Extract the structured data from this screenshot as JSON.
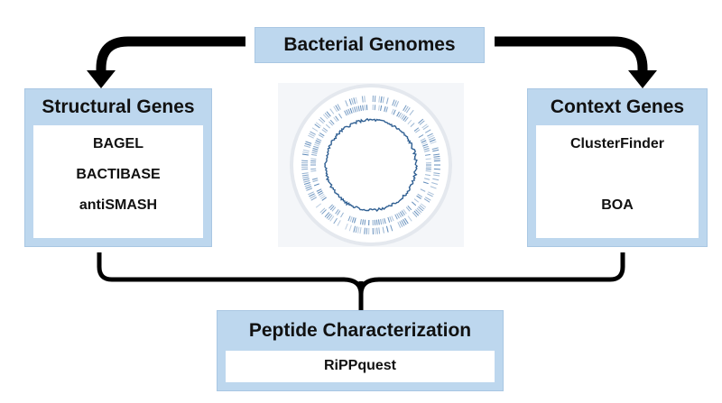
{
  "title": "Bacterial Genomes",
  "structural": {
    "title": "Structural Genes",
    "items": [
      "BAGEL",
      "BACTIBASE",
      "antiSMASH"
    ]
  },
  "context": {
    "title": "Context Genes",
    "items": [
      "ClusterFinder",
      "BOA"
    ]
  },
  "peptide": {
    "title": "Peptide Characterization",
    "items": [
      "RiPPquest"
    ]
  },
  "colors": {
    "box_fill": "#bdd7ee",
    "arrow": "#000000",
    "genome_track": "#4a7bb0"
  },
  "icons": {
    "center": "circular-genome-map"
  }
}
